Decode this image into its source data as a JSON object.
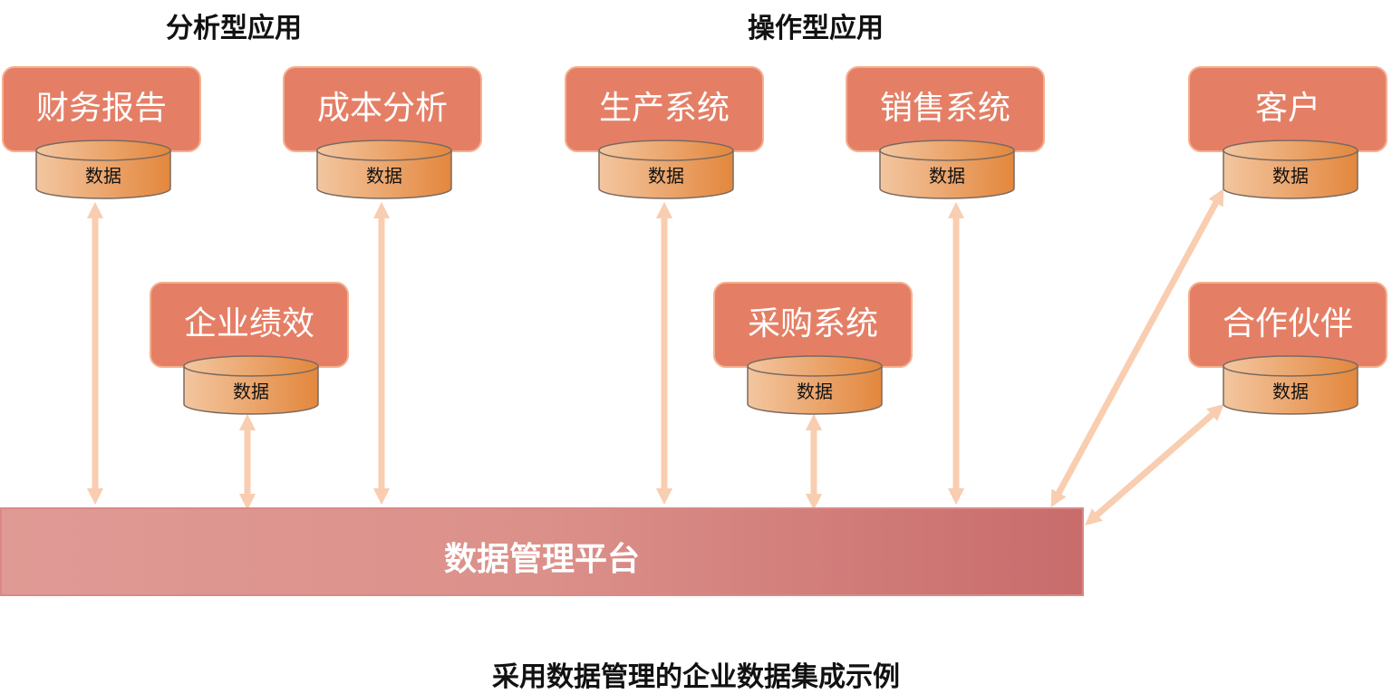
{
  "headings": {
    "analytical": "分析型应用",
    "operational": "操作型应用"
  },
  "systems": {
    "finance_report": {
      "name": "财务报告",
      "db": "数据"
    },
    "cost_analysis": {
      "name": "成本分析",
      "db": "数据"
    },
    "enterprise_performance": {
      "name": "企业绩效",
      "db": "数据"
    },
    "production_system": {
      "name": "生产系统",
      "db": "数据"
    },
    "sales_system": {
      "name": "销售系统",
      "db": "数据"
    },
    "procurement_system": {
      "name": "采购系统",
      "db": "数据"
    },
    "customer": {
      "name": "客户",
      "db": "数据"
    },
    "partner": {
      "name": "合作伙伴",
      "db": "数据"
    }
  },
  "platform": {
    "name": "数据管理平台"
  },
  "caption": "采用数据管理的企业数据集成示例",
  "colors": {
    "box_fill": "#e47f66",
    "box_border": "#f4b08f",
    "db_gradient_start": "#f3c6a0",
    "db_gradient_end": "#e3873d",
    "arrow": "#f9cdb0",
    "platform_start": "#e09a95",
    "platform_end": "#c86c6c"
  }
}
